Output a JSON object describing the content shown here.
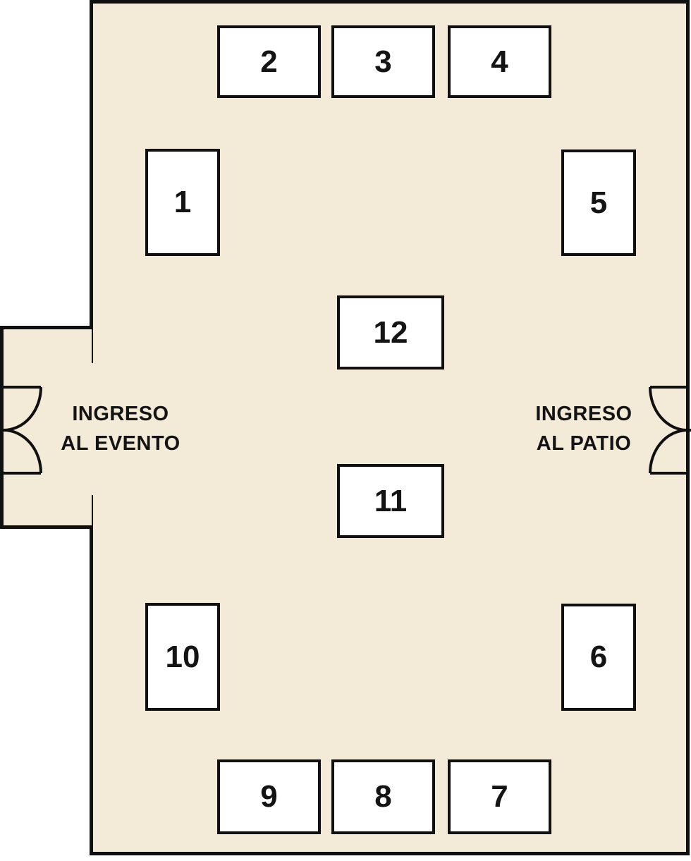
{
  "palette": {
    "floor": "#f3ead8",
    "wall": "#101010",
    "booth_fill": "#ffffff",
    "ink": "#141414",
    "outside": "#ffffff"
  },
  "booths": [
    {
      "label": "1"
    },
    {
      "label": "2"
    },
    {
      "label": "3"
    },
    {
      "label": "4"
    },
    {
      "label": "5"
    },
    {
      "label": "6"
    },
    {
      "label": "7"
    },
    {
      "label": "8"
    },
    {
      "label": "9"
    },
    {
      "label": "10"
    },
    {
      "label": "11"
    },
    {
      "label": "12"
    }
  ],
  "entrances": {
    "event": {
      "line1": "INGRESO",
      "line2": "AL EVENTO"
    },
    "patio": {
      "line1": "INGRESO",
      "line2": "AL PATIO"
    }
  }
}
